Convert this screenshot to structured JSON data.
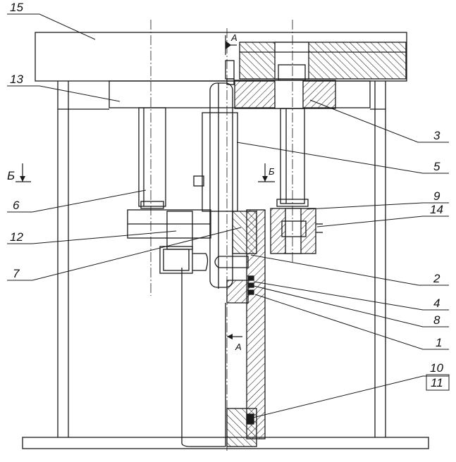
{
  "labels": {
    "l1": "1",
    "l2": "2",
    "l3": "3",
    "l4": "4",
    "l5": "5",
    "l6": "6",
    "l7": "7",
    "l8": "8",
    "l9": "9",
    "l10": "10",
    "l11": "11",
    "l12": "12",
    "l13": "13",
    "l14": "14",
    "l15": "15"
  },
  "sections": {
    "a_top": "A",
    "a_bottom": "A",
    "b_left": "Б",
    "b_center": "Б"
  },
  "colors": {
    "line": "#1a1a1a",
    "paper": "#ffffff"
  }
}
